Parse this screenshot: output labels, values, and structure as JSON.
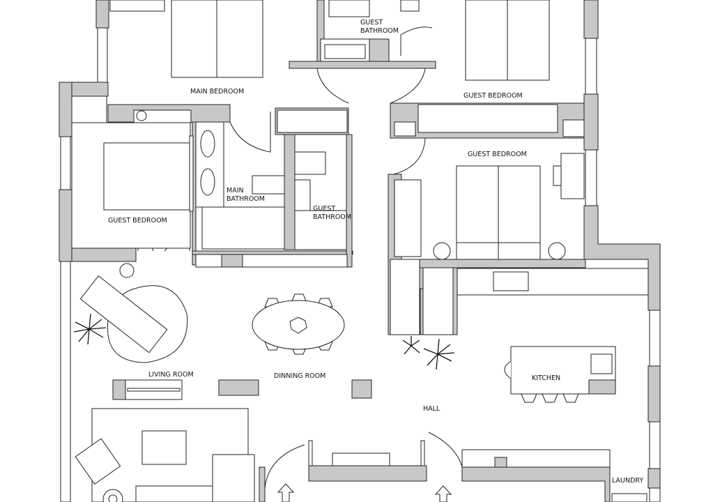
{
  "rooms": {
    "main_bedroom": "MAIN BEDROOM",
    "guest_bathroom_top_1": "GUEST",
    "guest_bathroom_top_2": "BATHROOM",
    "guest_bedroom_top_right": "GUEST BEDROOM",
    "guest_bedroom_right": "GUEST BEDROOM",
    "main_bathroom_1": "MAIN",
    "main_bathroom_2": "BATHROOM",
    "guest_bathroom_mid_1": "GUEST",
    "guest_bathroom_mid_2": "BATHROOM",
    "guest_bedroom_left": "GUEST BEDROOM",
    "living_room": "LIVING ROOM",
    "dinning_room": "DINNING ROOM",
    "kitchen": "KITCHEN",
    "hall": "HALL",
    "laundry": "LAUNDRY"
  },
  "colors": {
    "wall": "#c8c8c8",
    "line": "#222222"
  }
}
